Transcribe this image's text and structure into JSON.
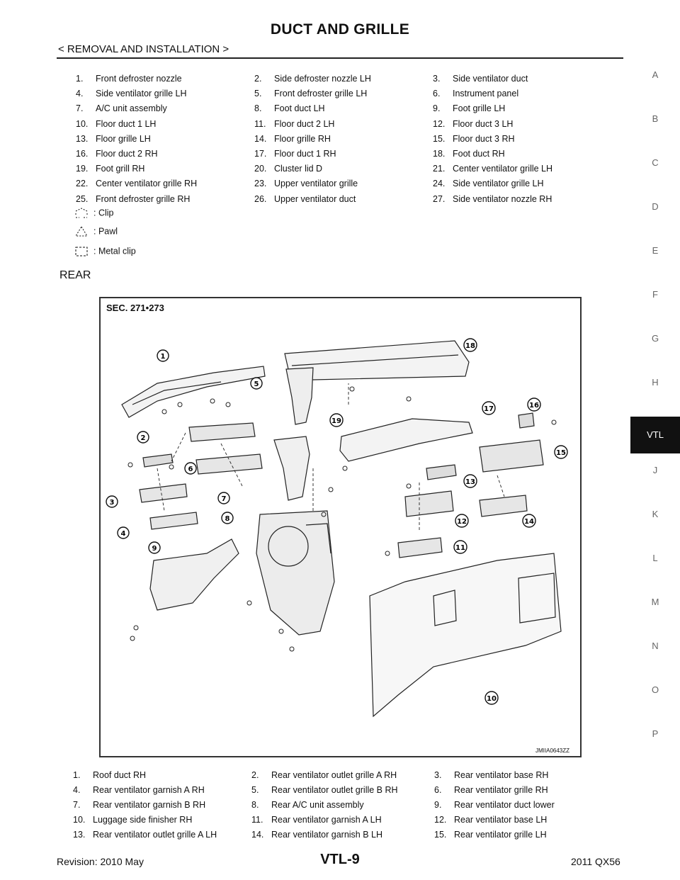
{
  "page": {
    "title": "DUCT AND GRILLE",
    "subtitle": "< REMOVAL AND INSTALLATION >"
  },
  "front_parts": [
    {
      "num": "1.",
      "label": "Front defroster nozzle"
    },
    {
      "num": "2.",
      "label": "Side defroster nozzle LH"
    },
    {
      "num": "3.",
      "label": "Side ventilator duct"
    },
    {
      "num": "4.",
      "label": "Side ventilator grille LH"
    },
    {
      "num": "5.",
      "label": "Front defroster grille LH"
    },
    {
      "num": "6.",
      "label": "Instrument panel"
    },
    {
      "num": "7.",
      "label": "A/C unit assembly"
    },
    {
      "num": "8.",
      "label": "Foot duct LH"
    },
    {
      "num": "9.",
      "label": "Foot grille LH"
    },
    {
      "num": "10.",
      "label": "Floor duct 1 LH"
    },
    {
      "num": "11.",
      "label": "Floor duct 2 LH"
    },
    {
      "num": "12.",
      "label": "Floor duct 3 LH"
    },
    {
      "num": "13.",
      "label": "Floor grille LH"
    },
    {
      "num": "14.",
      "label": "Floor grille RH"
    },
    {
      "num": "15.",
      "label": "Floor duct 3 RH"
    },
    {
      "num": "16.",
      "label": "Floor duct 2 RH"
    },
    {
      "num": "17.",
      "label": "Floor duct 1 RH"
    },
    {
      "num": "18.",
      "label": "Foot duct RH"
    },
    {
      "num": "19.",
      "label": "Foot grill RH"
    },
    {
      "num": "20.",
      "label": "Cluster lid D"
    },
    {
      "num": "21.",
      "label": "Center ventilator grille LH"
    },
    {
      "num": "22.",
      "label": "Center ventilator grille RH"
    },
    {
      "num": "23.",
      "label": "Upper ventilator grille"
    },
    {
      "num": "24.",
      "label": "Side ventilator grille LH"
    },
    {
      "num": "25.",
      "label": "Front defroster grille RH"
    },
    {
      "num": "26.",
      "label": "Upper ventilator duct"
    },
    {
      "num": "27.",
      "label": "Side ventilator nozzle RH"
    }
  ],
  "legend": [
    {
      "symbol": "clip-icon",
      "label": ": Clip"
    },
    {
      "symbol": "pawl-icon",
      "label": ": Pawl"
    },
    {
      "symbol": "metal-clip-icon",
      "label": ": Metal clip"
    }
  ],
  "section_heading": "REAR",
  "figure": {
    "sec_label": "SEC. 271•273",
    "code": "JMIIA0643ZZ",
    "callouts": [
      "1",
      "2",
      "3",
      "4",
      "5",
      "6",
      "7",
      "8",
      "9",
      "10",
      "11",
      "12",
      "13",
      "14",
      "15",
      "16",
      "17",
      "18",
      "19"
    ]
  },
  "rear_parts": [
    {
      "num": "1.",
      "label": "Roof duct RH"
    },
    {
      "num": "2.",
      "label": "Rear ventilator outlet grille A RH"
    },
    {
      "num": "3.",
      "label": "Rear ventilator base RH"
    },
    {
      "num": "4.",
      "label": "Rear ventilator garnish A RH"
    },
    {
      "num": "5.",
      "label": "Rear ventilator outlet grille B RH"
    },
    {
      "num": "6.",
      "label": "Rear ventilator grille RH"
    },
    {
      "num": "7.",
      "label": "Rear ventilator garnish B RH"
    },
    {
      "num": "8.",
      "label": "Rear A/C unit assembly"
    },
    {
      "num": "9.",
      "label": "Rear ventilator duct lower"
    },
    {
      "num": "10.",
      "label": "Luggage side finisher RH"
    },
    {
      "num": "11.",
      "label": "Rear ventilator garnish A LH"
    },
    {
      "num": "12.",
      "label": "Rear ventilator base LH"
    },
    {
      "num": "13.",
      "label": "Rear ventilator outlet grille A LH"
    },
    {
      "num": "14.",
      "label": "Rear ventilator garnish B LH"
    },
    {
      "num": "15.",
      "label": "Rear ventilator grille LH"
    }
  ],
  "side_index": {
    "letters": [
      "A",
      "B",
      "C",
      "D",
      "E",
      "F",
      "G",
      "H",
      "VTL",
      "J",
      "K",
      "L",
      "M",
      "N",
      "O",
      "P"
    ],
    "active": "VTL"
  },
  "footer": {
    "revision": "Revision: 2010 May",
    "page_code": "VTL-9",
    "model": "2011 QX56"
  }
}
